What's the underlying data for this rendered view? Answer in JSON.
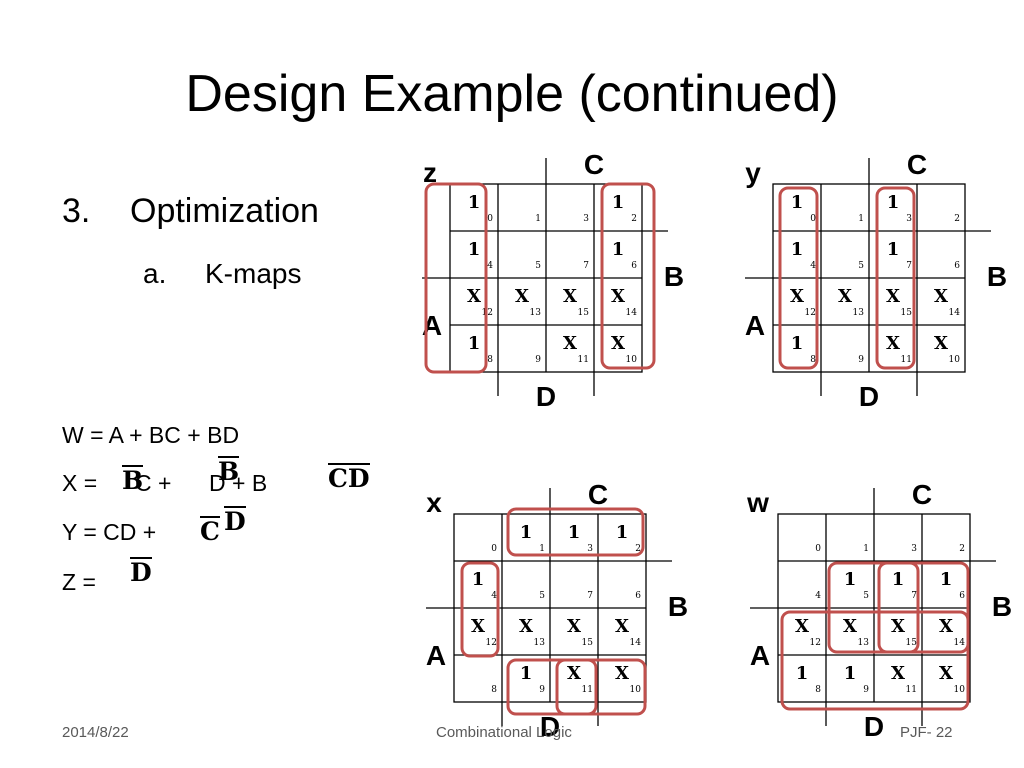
{
  "title": "Design Example (continued)",
  "outline": {
    "item_number": "3.",
    "item_text": "Optimization",
    "sub_letter": "a.",
    "sub_text": "K-maps"
  },
  "equations": {
    "w": "W = A + BC + BD",
    "x_prefix": "X =",
    "x_b_bar": "B",
    "x_c_plus": "C +",
    "x_b_over_d": "B",
    "x_d_plus_b": "D + B",
    "x_cd_bar_c": "C",
    "x_cd_bar_d": "D",
    "y_prefix": "Y = CD +",
    "y_c_bar": "C",
    "y_d_bar": "D",
    "z_prefix": "Z =",
    "z_d_bar": "D"
  },
  "kmaps": {
    "z": {
      "name": "z",
      "var_c": "C",
      "var_b": "B",
      "var_a": "A",
      "var_d": "D",
      "rows": [
        [
          {
            "v": "1",
            "i": "0"
          },
          {
            "v": "",
            "i": "1"
          },
          {
            "v": "",
            "i": "3"
          },
          {
            "v": "1",
            "i": "2"
          }
        ],
        [
          {
            "v": "1",
            "i": "4"
          },
          {
            "v": "",
            "i": "5"
          },
          {
            "v": "",
            "i": "7"
          },
          {
            "v": "1",
            "i": "6"
          }
        ],
        [
          {
            "v": "X",
            "i": "12"
          },
          {
            "v": "X",
            "i": "13"
          },
          {
            "v": "X",
            "i": "15"
          },
          {
            "v": "X",
            "i": "14"
          }
        ],
        [
          {
            "v": "1",
            "i": "8"
          },
          {
            "v": "",
            "i": "9"
          },
          {
            "v": "X",
            "i": "11"
          },
          {
            "v": "X",
            "i": "10"
          }
        ]
      ]
    },
    "y": {
      "name": "y",
      "var_c": "C",
      "var_b": "B",
      "var_a": "A",
      "var_d": "D",
      "rows": [
        [
          {
            "v": "1",
            "i": "0"
          },
          {
            "v": "",
            "i": "1"
          },
          {
            "v": "1",
            "i": "3"
          },
          {
            "v": "",
            "i": "2"
          }
        ],
        [
          {
            "v": "1",
            "i": "4"
          },
          {
            "v": "",
            "i": "5"
          },
          {
            "v": "1",
            "i": "7"
          },
          {
            "v": "",
            "i": "6"
          }
        ],
        [
          {
            "v": "X",
            "i": "12"
          },
          {
            "v": "X",
            "i": "13"
          },
          {
            "v": "X",
            "i": "15"
          },
          {
            "v": "X",
            "i": "14"
          }
        ],
        [
          {
            "v": "1",
            "i": "8"
          },
          {
            "v": "",
            "i": "9"
          },
          {
            "v": "X",
            "i": "11"
          },
          {
            "v": "X",
            "i": "10"
          }
        ]
      ]
    },
    "x": {
      "name": "x",
      "var_c": "C",
      "var_b": "B",
      "var_a": "A",
      "var_d": "D",
      "rows": [
        [
          {
            "v": "",
            "i": "0"
          },
          {
            "v": "1",
            "i": "1"
          },
          {
            "v": "1",
            "i": "3"
          },
          {
            "v": "1",
            "i": "2"
          }
        ],
        [
          {
            "v": "1",
            "i": "4"
          },
          {
            "v": "",
            "i": "5"
          },
          {
            "v": "",
            "i": "7"
          },
          {
            "v": "",
            "i": "6"
          }
        ],
        [
          {
            "v": "X",
            "i": "12"
          },
          {
            "v": "X",
            "i": "13"
          },
          {
            "v": "X",
            "i": "15"
          },
          {
            "v": "X",
            "i": "14"
          }
        ],
        [
          {
            "v": "",
            "i": "8"
          },
          {
            "v": "1",
            "i": "9"
          },
          {
            "v": "X",
            "i": "11"
          },
          {
            "v": "X",
            "i": "10"
          }
        ]
      ]
    },
    "w": {
      "name": "w",
      "var_c": "C",
      "var_b": "B",
      "var_a": "A",
      "var_d": "D",
      "rows": [
        [
          {
            "v": "",
            "i": "0"
          },
          {
            "v": "",
            "i": "1"
          },
          {
            "v": "",
            "i": "3"
          },
          {
            "v": "",
            "i": "2"
          }
        ],
        [
          {
            "v": "",
            "i": "4"
          },
          {
            "v": "1",
            "i": "5"
          },
          {
            "v": "1",
            "i": "7"
          },
          {
            "v": "1",
            "i": "6"
          }
        ],
        [
          {
            "v": "X",
            "i": "12"
          },
          {
            "v": "X",
            "i": "13"
          },
          {
            "v": "X",
            "i": "15"
          },
          {
            "v": "X",
            "i": "14"
          }
        ],
        [
          {
            "v": "1",
            "i": "8"
          },
          {
            "v": "1",
            "i": "9"
          },
          {
            "v": "X",
            "i": "11"
          },
          {
            "v": "X",
            "i": "10"
          }
        ]
      ]
    }
  },
  "footer": {
    "date": "2014/8/22",
    "center": "Combinational Logic",
    "page": "PJF- 22"
  },
  "colors": {
    "loop": "#c0504d"
  }
}
